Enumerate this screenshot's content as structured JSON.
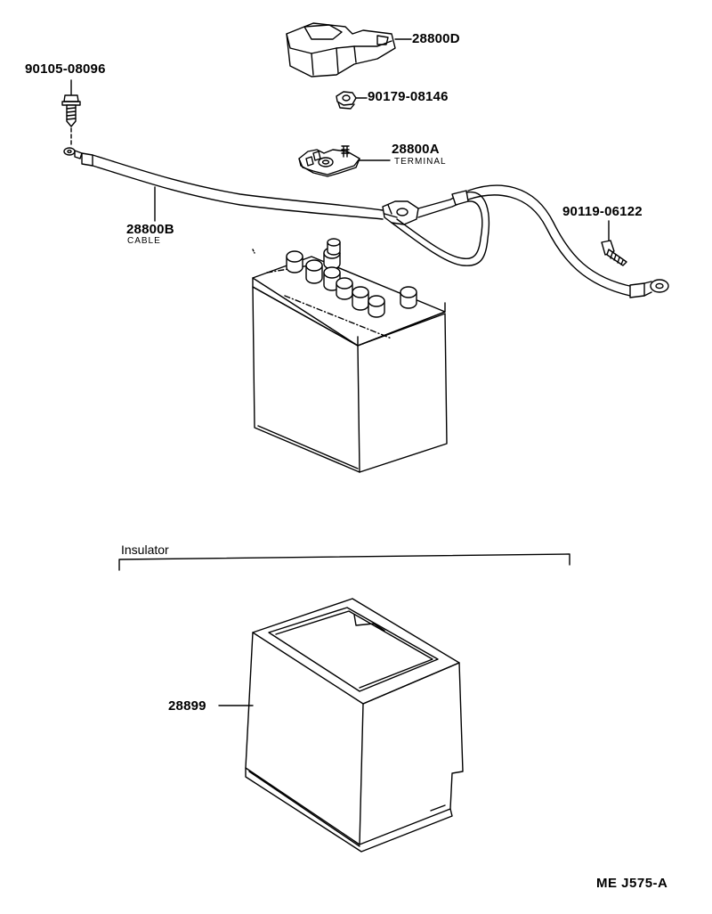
{
  "parts": {
    "cover": "28800D",
    "nut": "90179-08146",
    "terminal": "28800A",
    "terminal_sub": "TERMINAL",
    "bolt_left": "90105-08096",
    "bolt_right": "90119-06122",
    "cable": "28800B",
    "cable_sub": "CABLE",
    "insulator_box": "28899"
  },
  "section_label": "Insulator",
  "diagram_code": "ME J575-A"
}
